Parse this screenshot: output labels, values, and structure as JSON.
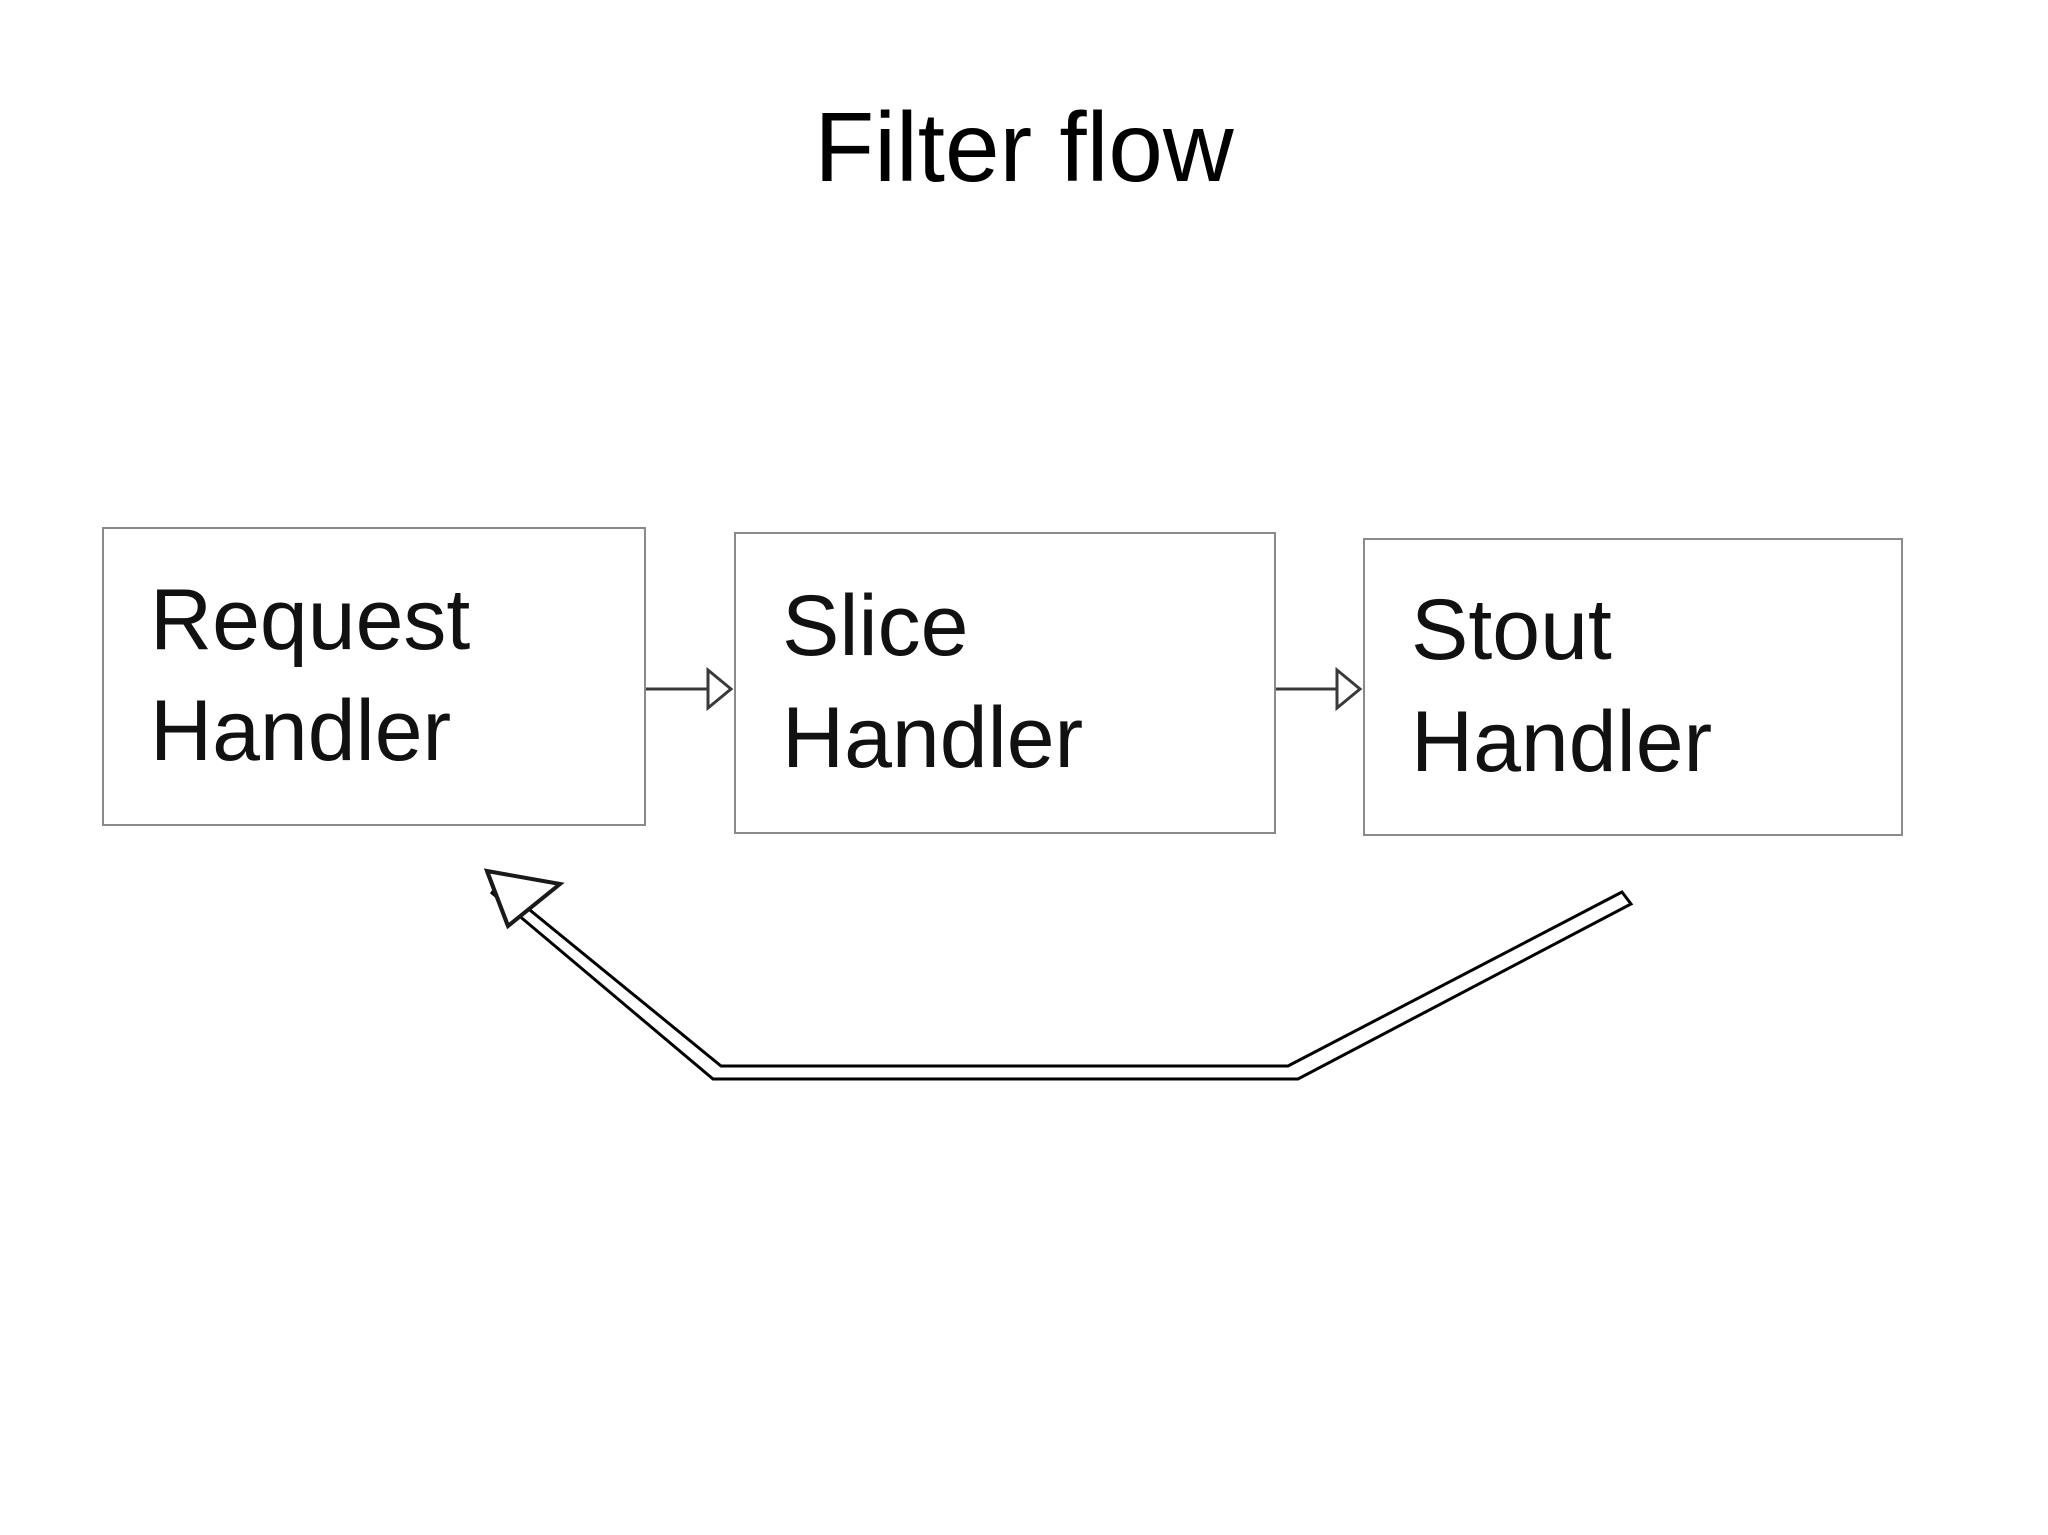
{
  "slide": {
    "title": "Filter flow",
    "background_color": "#ffffff",
    "text_color": "#000000"
  },
  "diagram": {
    "type": "flowchart",
    "orientation": "left-to-right",
    "box_border_color": "#8a8a8a",
    "box_fill_color": "#ffffff",
    "connector_color": "#000000",
    "nodes": [
      {
        "id": "request-handler",
        "line1": "Request",
        "line2": "Handler"
      },
      {
        "id": "slice-handler",
        "line1": "Slice",
        "line2": "Handler"
      },
      {
        "id": "stout-handler",
        "line1": "Stout",
        "line2": "Handler"
      }
    ],
    "connectors": [
      {
        "id": "request-to-slice",
        "from": "request-handler",
        "to": "slice-handler",
        "style": "thin-line-open-arrowhead",
        "label": ""
      },
      {
        "id": "slice-to-stout",
        "from": "slice-handler",
        "to": "stout-handler",
        "style": "thin-line-open-arrowhead",
        "label": ""
      },
      {
        "id": "stout-to-request-feedback",
        "from": "stout-handler",
        "to": "request-handler",
        "style": "outlined-polyline-open-arrowhead",
        "label": ""
      }
    ]
  }
}
